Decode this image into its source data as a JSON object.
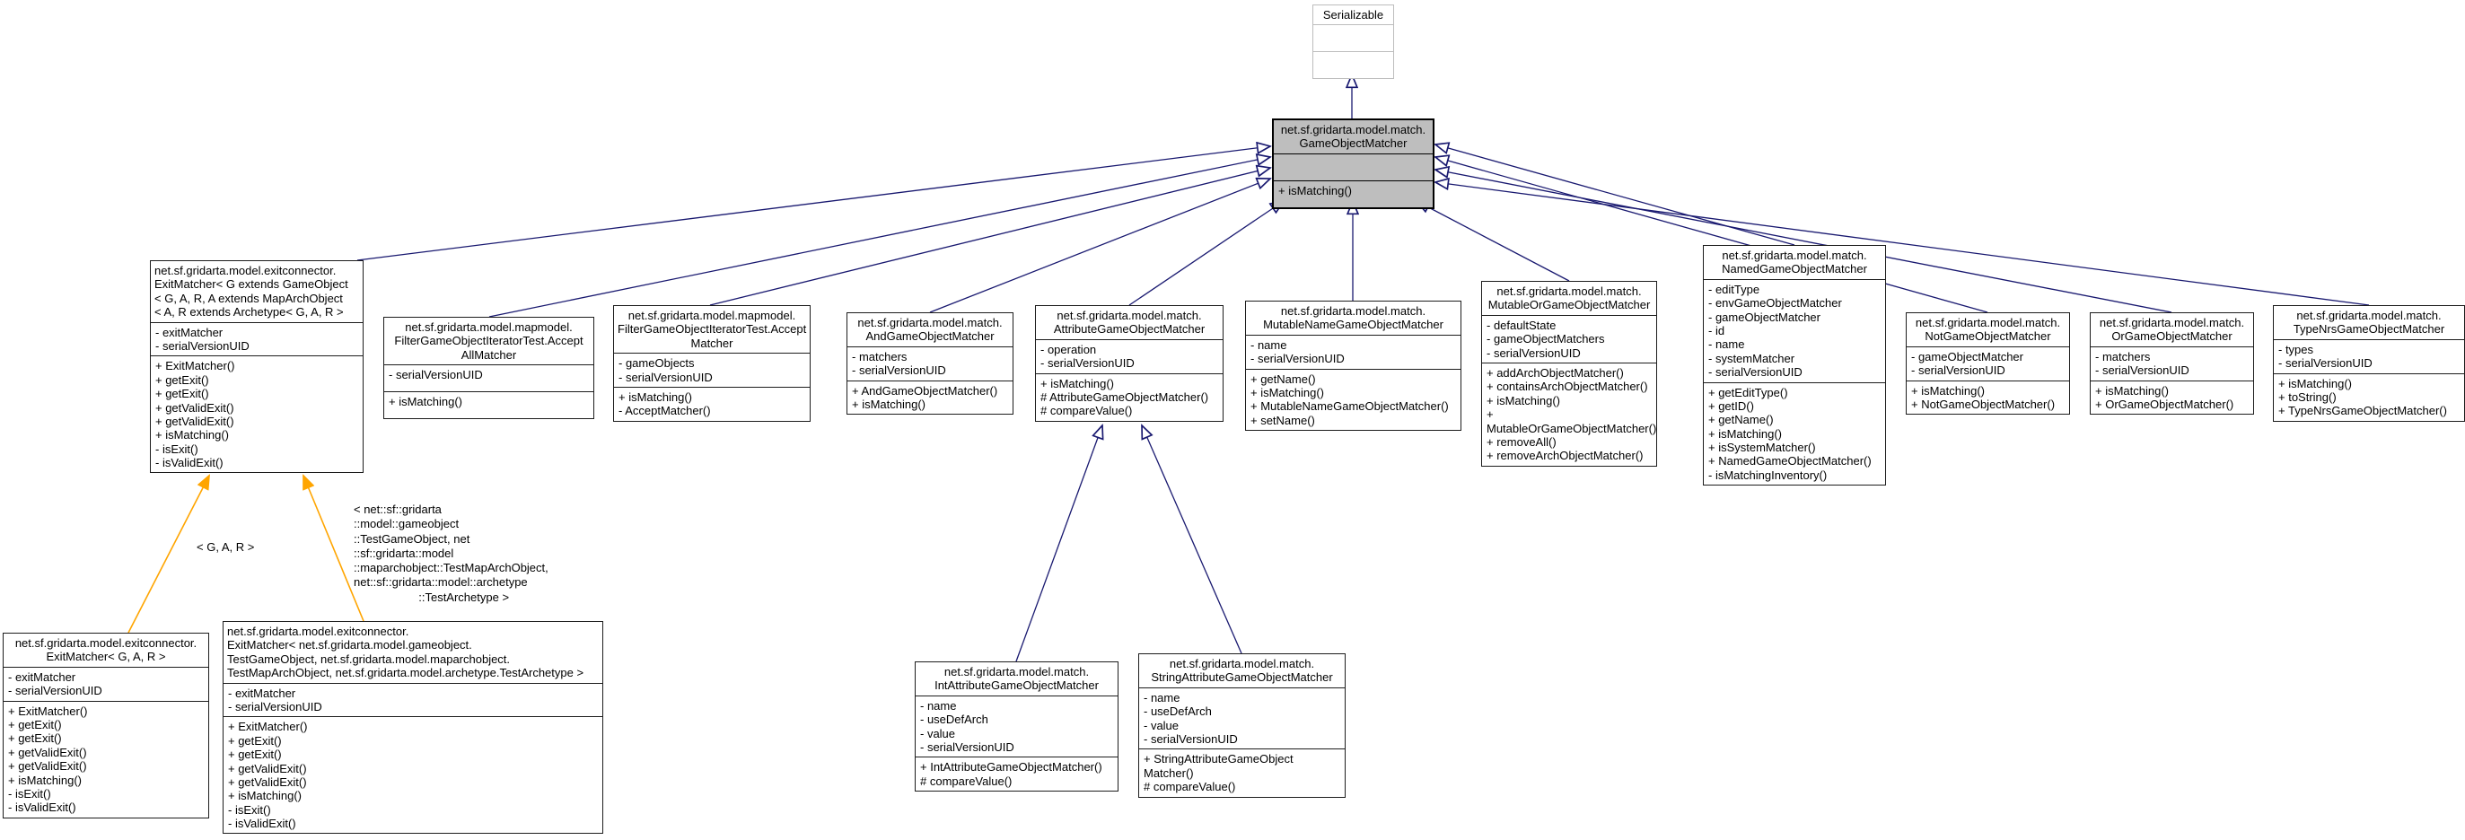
{
  "diagram": {
    "inheritance_edge_color": "#191970",
    "template_edge_color": "#ffa500",
    "highlight_fill": "#bebebe",
    "external_border_color": "#bdbdbd",
    "box_fill": "#ffffff"
  },
  "classes": {
    "serializable": {
      "title": [
        "Serializable"
      ],
      "attributes": [],
      "methods": []
    },
    "game_object_matcher": {
      "title": [
        "net.sf.gridarta.model.match.",
        "GameObjectMatcher"
      ],
      "attributes": [],
      "methods": [
        "+ isMatching()"
      ]
    },
    "exit_matcher_generic": {
      "title": [
        "net.sf.gridarta.model.exitconnector.",
        "ExitMatcher< G extends GameObject",
        "< G, A, R, A extends MapArchObject",
        "< A, R extends Archetype< G, A, R >"
      ],
      "attributes": [
        "- exitMatcher",
        "- serialVersionUID"
      ],
      "methods": [
        "+ ExitMatcher()",
        "+ getExit()",
        "+ getExit()",
        "+ getValidExit()",
        "+ getValidExit()",
        "+ isMatching()",
        "- isExit()",
        "- isValidExit()"
      ]
    },
    "accept_all_matcher": {
      "title": [
        "net.sf.gridarta.model.mapmodel.",
        "FilterGameObjectIteratorTest.Accept",
        "AllMatcher"
      ],
      "attributes": [
        "- serialVersionUID"
      ],
      "methods": [
        "+ isMatching()"
      ]
    },
    "accept_matcher": {
      "title": [
        "net.sf.gridarta.model.mapmodel.",
        "FilterGameObjectIteratorTest.Accept",
        "Matcher"
      ],
      "attributes": [
        "- gameObjects",
        "- serialVersionUID"
      ],
      "methods": [
        "+ isMatching()",
        "- AcceptMatcher()"
      ]
    },
    "and_game_object_matcher": {
      "title": [
        "net.sf.gridarta.model.match.",
        "AndGameObjectMatcher"
      ],
      "attributes": [
        "- matchers",
        "- serialVersionUID"
      ],
      "methods": [
        "+ AndGameObjectMatcher()",
        "+ isMatching()"
      ]
    },
    "attribute_game_object_matcher": {
      "title": [
        "net.sf.gridarta.model.match.",
        "AttributeGameObjectMatcher"
      ],
      "attributes": [
        "- operation",
        "- serialVersionUID"
      ],
      "methods": [
        "+ isMatching()",
        "# AttributeGameObjectMatcher()",
        "# compareValue()"
      ]
    },
    "mutable_name_game_object_matcher": {
      "title": [
        "net.sf.gridarta.model.match.",
        "MutableNameGameObjectMatcher"
      ],
      "attributes": [
        "- name",
        "- serialVersionUID"
      ],
      "methods": [
        "+ getName()",
        "+ isMatching()",
        "+ MutableNameGameObjectMatcher()",
        "+ setName()"
      ]
    },
    "mutable_or_game_object_matcher": {
      "title": [
        "net.sf.gridarta.model.match.",
        "MutableOrGameObjectMatcher"
      ],
      "attributes": [
        "- defaultState",
        "- gameObjectMatchers",
        "- serialVersionUID"
      ],
      "methods": [
        "+ addArchObjectMatcher()",
        "+ containsArchObjectMatcher()",
        "+ isMatching()",
        "+ MutableOrGameObjectMatcher()",
        "+ removeAll()",
        "+ removeArchObjectMatcher()"
      ]
    },
    "named_game_object_matcher": {
      "title": [
        "net.sf.gridarta.model.match.",
        "NamedGameObjectMatcher"
      ],
      "attributes": [
        "- editType",
        "- envGameObjectMatcher",
        "- gameObjectMatcher",
        "- id",
        "- name",
        "- systemMatcher",
        "- serialVersionUID"
      ],
      "methods": [
        "+ getEditType()",
        "+ getID()",
        "+ getName()",
        "+ isMatching()",
        "+ isSystemMatcher()",
        "+ NamedGameObjectMatcher()",
        "- isMatchingInventory()"
      ]
    },
    "not_game_object_matcher": {
      "title": [
        "net.sf.gridarta.model.match.",
        "NotGameObjectMatcher"
      ],
      "attributes": [
        "- gameObjectMatcher",
        "- serialVersionUID"
      ],
      "methods": [
        "+ isMatching()",
        "+ NotGameObjectMatcher()"
      ]
    },
    "or_game_object_matcher": {
      "title": [
        "net.sf.gridarta.model.match.",
        "OrGameObjectMatcher"
      ],
      "attributes": [
        "- matchers",
        "- serialVersionUID"
      ],
      "methods": [
        "+ isMatching()",
        "+ OrGameObjectMatcher()"
      ]
    },
    "type_nrs_game_object_matcher": {
      "title": [
        "net.sf.gridarta.model.match.",
        "TypeNrsGameObjectMatcher"
      ],
      "attributes": [
        "- types",
        "- serialVersionUID"
      ],
      "methods": [
        "+ isMatching()",
        "+ toString()",
        "+ TypeNrsGameObjectMatcher()"
      ]
    },
    "exit_matcher_g_a_r": {
      "title": [
        "net.sf.gridarta.model.exitconnector.",
        "ExitMatcher< G, A, R >"
      ],
      "attributes": [
        "- exitMatcher",
        "- serialVersionUID"
      ],
      "methods": [
        "+ ExitMatcher()",
        "+ getExit()",
        "+ getExit()",
        "+ getValidExit()",
        "+ getValidExit()",
        "+ isMatching()",
        "- isExit()",
        "- isValidExit()"
      ]
    },
    "exit_matcher_test": {
      "title": [
        "net.sf.gridarta.model.exitconnector.",
        "ExitMatcher< net.sf.gridarta.model.gameobject.",
        "TestGameObject, net.sf.gridarta.model.maparchobject.",
        "TestMapArchObject, net.sf.gridarta.model.archetype.TestArchetype >"
      ],
      "attributes": [
        "- exitMatcher",
        "- serialVersionUID"
      ],
      "methods": [
        "+ ExitMatcher()",
        "+ getExit()",
        "+ getExit()",
        "+ getValidExit()",
        "+ getValidExit()",
        "+ isMatching()",
        "- isExit()",
        "- isValidExit()"
      ]
    },
    "int_attribute_game_object_matcher": {
      "title": [
        "net.sf.gridarta.model.match.",
        "IntAttributeGameObjectMatcher"
      ],
      "attributes": [
        "- name",
        "- useDefArch",
        "- value",
        "- serialVersionUID"
      ],
      "methods": [
        "+ IntAttributeGameObjectMatcher()",
        "# compareValue()"
      ]
    },
    "string_attribute_game_object_matcher": {
      "title": [
        "net.sf.gridarta.model.match.",
        "StringAttributeGameObjectMatcher"
      ],
      "attributes": [
        "- name",
        "- useDefArch",
        "- value",
        "- serialVersionUID"
      ],
      "methods": [
        "+ StringAttributeGameObject",
        "Matcher()",
        "# compareValue()"
      ]
    }
  },
  "edge_labels": {
    "g_a_r": "< G, A, R >",
    "test_template": [
      "< net::sf::gridarta",
      "::model::gameobject",
      "::TestGameObject, net",
      "::sf::gridarta::model",
      "::maparchobject::TestMapArchObject,",
      "net::sf::gridarta::model::archetype",
      "                    ::TestArchetype >"
    ]
  },
  "relationships": [
    {
      "from": "game_object_matcher",
      "to": "serializable",
      "type": "inheritance"
    },
    {
      "from": "exit_matcher_generic",
      "to": "game_object_matcher",
      "type": "inheritance"
    },
    {
      "from": "accept_all_matcher",
      "to": "game_object_matcher",
      "type": "inheritance"
    },
    {
      "from": "accept_matcher",
      "to": "game_object_matcher",
      "type": "inheritance"
    },
    {
      "from": "and_game_object_matcher",
      "to": "game_object_matcher",
      "type": "inheritance"
    },
    {
      "from": "attribute_game_object_matcher",
      "to": "game_object_matcher",
      "type": "inheritance"
    },
    {
      "from": "mutable_name_game_object_matcher",
      "to": "game_object_matcher",
      "type": "inheritance"
    },
    {
      "from": "mutable_or_game_object_matcher",
      "to": "game_object_matcher",
      "type": "inheritance"
    },
    {
      "from": "named_game_object_matcher",
      "to": "game_object_matcher",
      "type": "inheritance"
    },
    {
      "from": "not_game_object_matcher",
      "to": "game_object_matcher",
      "type": "inheritance"
    },
    {
      "from": "or_game_object_matcher",
      "to": "game_object_matcher",
      "type": "inheritance"
    },
    {
      "from": "type_nrs_game_object_matcher",
      "to": "game_object_matcher",
      "type": "inheritance"
    },
    {
      "from": "int_attribute_game_object_matcher",
      "to": "attribute_game_object_matcher",
      "type": "inheritance"
    },
    {
      "from": "string_attribute_game_object_matcher",
      "to": "attribute_game_object_matcher",
      "type": "inheritance"
    },
    {
      "from": "exit_matcher_g_a_r",
      "to": "exit_matcher_generic",
      "type": "template-instance",
      "label": "< G, A, R >"
    },
    {
      "from": "exit_matcher_test",
      "to": "exit_matcher_generic",
      "type": "template-instance",
      "label": "< net::sf::gridarta::model::gameobject::TestGameObject, net::sf::gridarta::model::maparchobject::TestMapArchObject, net::sf::gridarta::model::archetype::TestArchetype >"
    }
  ]
}
